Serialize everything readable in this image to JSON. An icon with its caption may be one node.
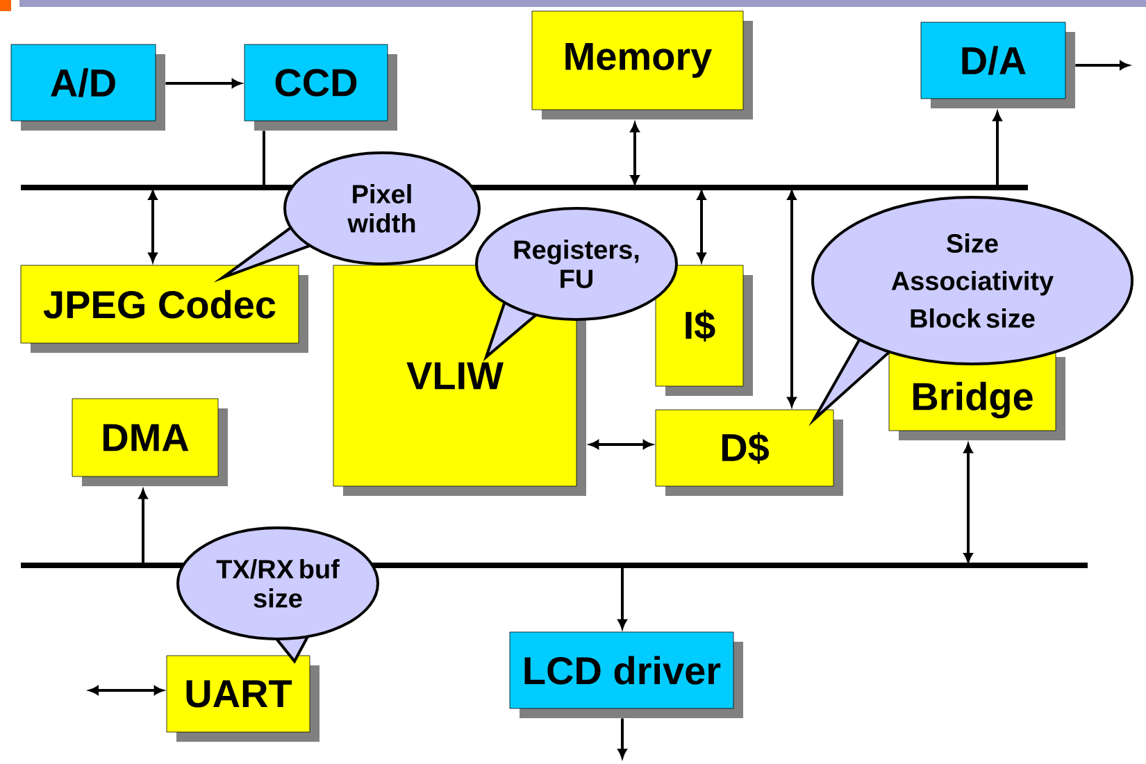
{
  "diagram": {
    "nodes": [
      {
        "text": [
          "A/D"
        ]
      },
      {
        "text": [
          "CCD"
        ]
      },
      {
        "text": [
          "Memory"
        ]
      },
      {
        "text": [
          "D/A"
        ]
      },
      {
        "text": [],
        "shape": "bar"
      },
      {
        "text": [
          "JPEG Codec"
        ]
      },
      {
        "text": [
          "VLIW"
        ]
      },
      {
        "text": [
          "I$"
        ]
      },
      {
        "text": [
          "D$"
        ]
      },
      {
        "text": [
          "Bridge"
        ]
      },
      {
        "text": [
          "DMA"
        ]
      },
      {
        "text": [],
        "shape": "bar"
      },
      {
        "text": [
          "UART"
        ]
      },
      {
        "text": [
          "LCD driver"
        ]
      },
      {
        "text": [
          "Pixel width"
        ]
      },
      {
        "text": [
          "Registers, FU"
        ]
      },
      {
        "text": [
          "Size",
          "Associativity",
          "Block size"
        ]
      },
      {
        "text": [
          "TX/RX buf size"
        ]
      }
    ],
    "edges": [
      {
        "from": 0,
        "to": 1,
        "arrow": "to"
      },
      {
        "from": 1,
        "to": 4,
        "arrow": "none"
      },
      {
        "from": 2,
        "to": 4,
        "arrow": "both"
      },
      {
        "from": 4,
        "to": 3,
        "arrow": "to"
      },
      {
        "from": 3,
        "to": null,
        "arrow": "to"
      },
      {
        "from": 4,
        "to": 5,
        "arrow": "both"
      },
      {
        "from": 4,
        "to": 7,
        "arrow": "both"
      },
      {
        "from": 4,
        "to": 8,
        "arrow": "both"
      },
      {
        "from": 6,
        "to": 8,
        "arrow": "both"
      },
      {
        "from": 9,
        "to": 11,
        "arrow": "both"
      },
      {
        "from": 11,
        "to": 10,
        "arrow": "to"
      },
      {
        "from": 11,
        "to": 13,
        "arrow": "to"
      },
      {
        "from": 13,
        "to": null,
        "arrow": "to"
      },
      {
        "from": null,
        "to": 12,
        "arrow": "both"
      }
    ]
  }
}
